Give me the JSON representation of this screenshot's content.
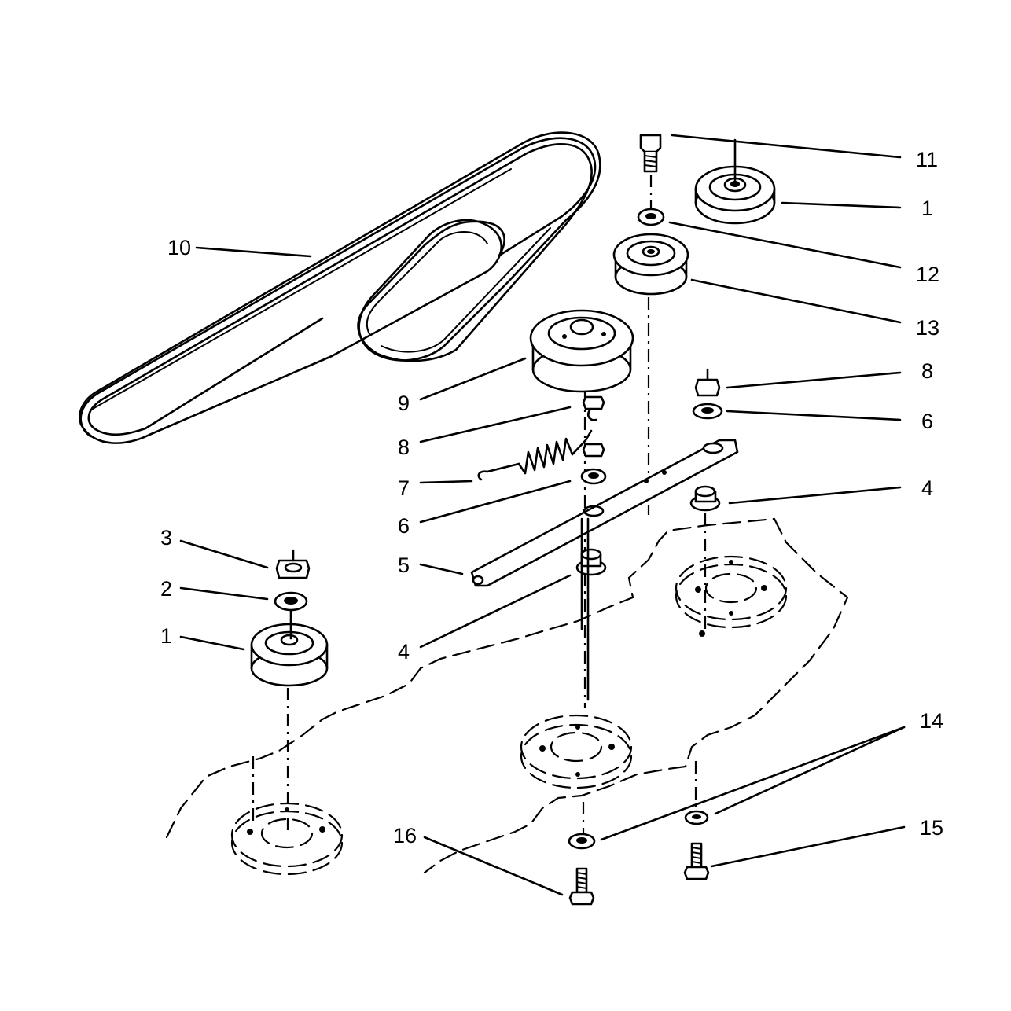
{
  "callouts": {
    "c10": "10",
    "c11": "11",
    "c1_top": "1",
    "c12": "12",
    "c13": "13",
    "c8_right": "8",
    "c6_right": "6",
    "c4_right": "4",
    "c9": "9",
    "c8_mid": "8",
    "c7": "7",
    "c6_mid": "6",
    "c5": "5",
    "c4_mid": "4",
    "c3": "3",
    "c2": "2",
    "c1_left": "1",
    "c14": "14",
    "c15": "15",
    "c16": "16"
  }
}
